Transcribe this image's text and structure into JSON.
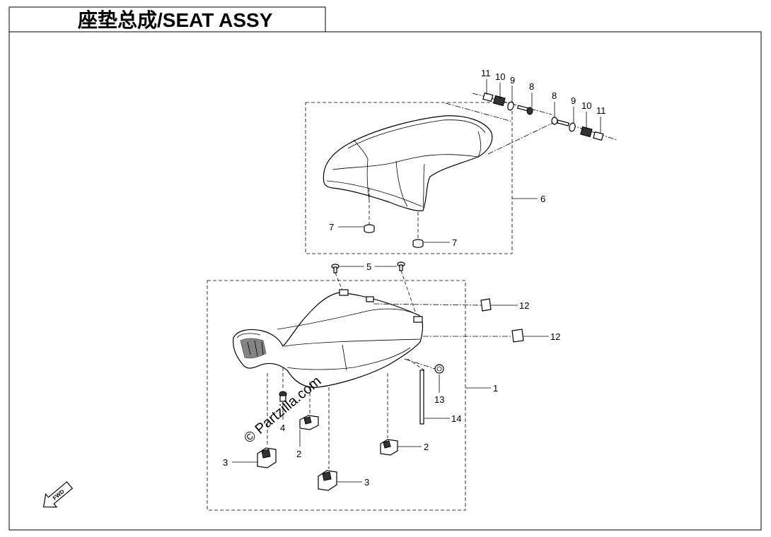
{
  "title": "座垫总成/SEAT ASSY",
  "watermark": "© Partzilla.com",
  "fwd_label": "FWD",
  "callouts": {
    "c11a": "11",
    "c10a": "10",
    "c9a": "9",
    "c8a": "8",
    "c8b": "8",
    "c9b": "9",
    "c10b": "10",
    "c11b": "11",
    "c6": "6",
    "c7a": "7",
    "c7b": "7",
    "c5": "5",
    "c12a": "12",
    "c12b": "12",
    "c1": "1",
    "c13": "13",
    "c14": "14",
    "c4": "4",
    "c2a": "2",
    "c2b": "2",
    "c3a": "3",
    "c3b": "3"
  }
}
